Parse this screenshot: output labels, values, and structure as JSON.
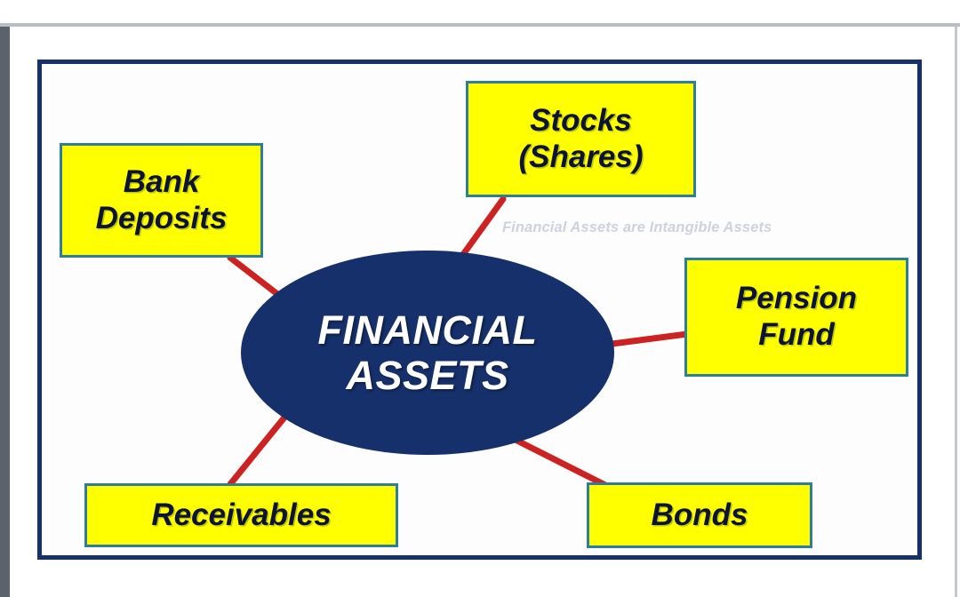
{
  "page": {
    "background_color": "#ffffff",
    "top_rule_color": "#b7bec6",
    "left_gutter_color": "#5c6269",
    "right_rule_color": "#c3c8ce"
  },
  "diagram": {
    "frame_color": "#16306b",
    "inner_background": "#fdfdfe",
    "connector_color": "#cc2222",
    "watermark": "Financial Assets are Intangible Assets",
    "watermark_color": "#ccd3dd",
    "center": {
      "label": "FINANCIAL ASSETS",
      "lines": [
        "FINANCIAL",
        "ASSETS"
      ],
      "fill_color": "#16306b",
      "text_color": "#ffffff",
      "shape": "ellipse"
    },
    "nodes": [
      {
        "id": "bank-deposits",
        "label": "Bank Deposits",
        "lines": [
          "Bank",
          "Deposits"
        ],
        "fill_color": "#ffff00",
        "border_color": "#2c7e9b",
        "text_color": "#0d1333"
      },
      {
        "id": "stocks",
        "label": "Stocks (Shares)",
        "lines": [
          "Stocks",
          "(Shares)"
        ],
        "fill_color": "#ffff00",
        "border_color": "#2c7e9b",
        "text_color": "#0d1333"
      },
      {
        "id": "pension-fund",
        "label": "Pension Fund",
        "lines": [
          "Pension",
          "Fund"
        ],
        "fill_color": "#ffff00",
        "border_color": "#2c7e9b",
        "text_color": "#0d1333"
      },
      {
        "id": "receivables",
        "label": "Receivables",
        "lines": [
          "Receivables"
        ],
        "fill_color": "#ffff00",
        "border_color": "#2c7e9b",
        "text_color": "#0d1333"
      },
      {
        "id": "bonds",
        "label": "Bonds",
        "lines": [
          "Bonds"
        ],
        "fill_color": "#ffff00",
        "border_color": "#2c7e9b",
        "text_color": "#0d1333"
      }
    ],
    "connectors": [
      {
        "from": "center",
        "to": "bank-deposits"
      },
      {
        "from": "center",
        "to": "stocks"
      },
      {
        "from": "center",
        "to": "pension-fund"
      },
      {
        "from": "center",
        "to": "receivables"
      },
      {
        "from": "center",
        "to": "bonds"
      }
    ]
  }
}
